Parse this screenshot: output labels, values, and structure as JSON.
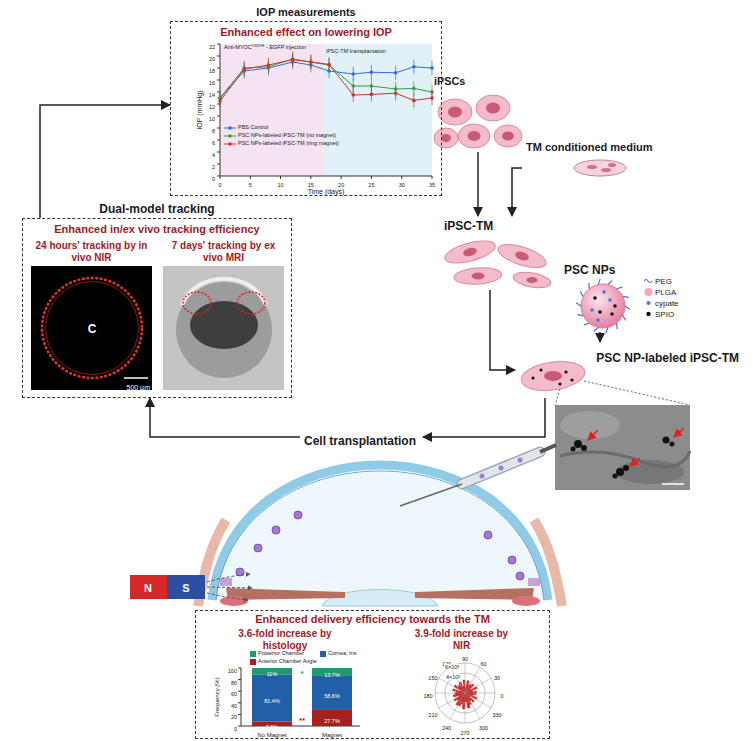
{
  "diagram": {
    "nodes": [
      {
        "text": [
          "IOP measurements",
          "Enhanced effect on lowering IOP"
        ]
      },
      {
        "text": [
          "iPSCs"
        ]
      },
      {
        "text": [
          "TM conditioned medium"
        ]
      },
      {
        "text": [
          "iPSC-TM"
        ]
      },
      {
        "text": [
          "PSC NPs"
        ]
      },
      {
        "text": [
          "PSC NP-labeled iPSC-TM"
        ]
      },
      {
        "text": [
          "Dual-model tracking",
          "Enhanced in/ex vivo tracking efficiency"
        ]
      },
      {
        "text": [
          "24 hours' tracking by in vivo NIR"
        ],
        "in": 6
      },
      {
        "text": [
          "7 days' tracking by ex vivo MRI"
        ],
        "in": 6
      },
      {
        "text": [
          "Cell transplantation"
        ]
      },
      {
        "text": [
          "Enhanced delivery efficiency towards the TM"
        ]
      },
      {
        "text": [
          "3.6-fold increase by histology"
        ],
        "in": 10
      },
      {
        "text": [
          "3.9-fold increase by NIR"
        ],
        "in": 10
      }
    ],
    "edges": [
      {
        "from": 1,
        "to": 3,
        "arrow": "to"
      },
      {
        "from": 2,
        "to": 3,
        "arrow": "to"
      },
      {
        "from": 3,
        "to": 5,
        "arrow": "to"
      },
      {
        "from": 4,
        "to": 5,
        "arrow": "to"
      },
      {
        "from": 5,
        "to": 9,
        "arrow": "to"
      },
      {
        "from": 9,
        "to": 6,
        "arrow": "to"
      },
      {
        "from": 6,
        "to": 0,
        "arrow": "to"
      }
    ],
    "labels": [
      "Anti-MYOC",
      "Y437H",
      "- EGFP injection",
      "iPSC-TM transplantation",
      "IOP (mmHg)",
      "Time (days)",
      "0",
      "2",
      "4",
      "6",
      "8",
      "10",
      "12",
      "14",
      "16",
      "18",
      "20",
      "22",
      "0",
      "5",
      "10",
      "15",
      "20",
      "25",
      "30",
      "35",
      "C",
      "500 µm",
      "N",
      "S",
      "Frequency (%)",
      "0",
      "20",
      "40",
      "60",
      "80",
      "100",
      "No Magnet",
      "Magnet",
      "11%",
      "81.4%",
      "7.6%",
      "13.7%",
      "58.6%",
      "27.7%",
      "*",
      "**",
      "90",
      "120",
      "150",
      "180",
      "210",
      "240",
      "270",
      "300",
      "330",
      "0",
      "30",
      "60",
      "6×10³",
      "4×10³"
    ],
    "legend": [
      {
        "text": "PBS Control"
      },
      {
        "text": "PSC NPs-labeled iPSC-TM (no magnet)"
      },
      {
        "text": "PSC NPs-labeled iPSC-TM (ring magnet)"
      },
      {
        "text": "Posterior Chamber",
        "color": "#1e9b6e"
      },
      {
        "text": "Cornea, Iris",
        "color": "#2160a8"
      },
      {
        "text": "Anterior Chamber Angle",
        "color": "#a8201d"
      },
      {
        "text": "PEG"
      },
      {
        "text": "PLGA"
      },
      {
        "text": "cypate"
      },
      {
        "text": "SPIO"
      }
    ]
  }
}
